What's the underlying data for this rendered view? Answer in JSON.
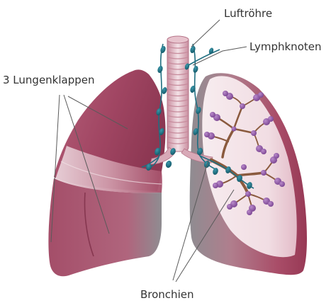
{
  "labels": {
    "trachea": "Luftröhre",
    "lymph_nodes": "Lymphknoten",
    "lung_lobes": "3 Lungenklappen",
    "bronchi": "Bronchien"
  },
  "colors": {
    "lung_dark": "#9a3c59",
    "lung_mid": "#c06e87",
    "lung_light": "#ead6dc",
    "lung_grey": "#8e8b90",
    "trachea_ring": "#e3c3cc",
    "lymph_node": "#1f6e80",
    "alveoli": "#8f58a3",
    "bronchial_tree": "#8a5a3e",
    "leader_line": "#5a5a5a"
  }
}
